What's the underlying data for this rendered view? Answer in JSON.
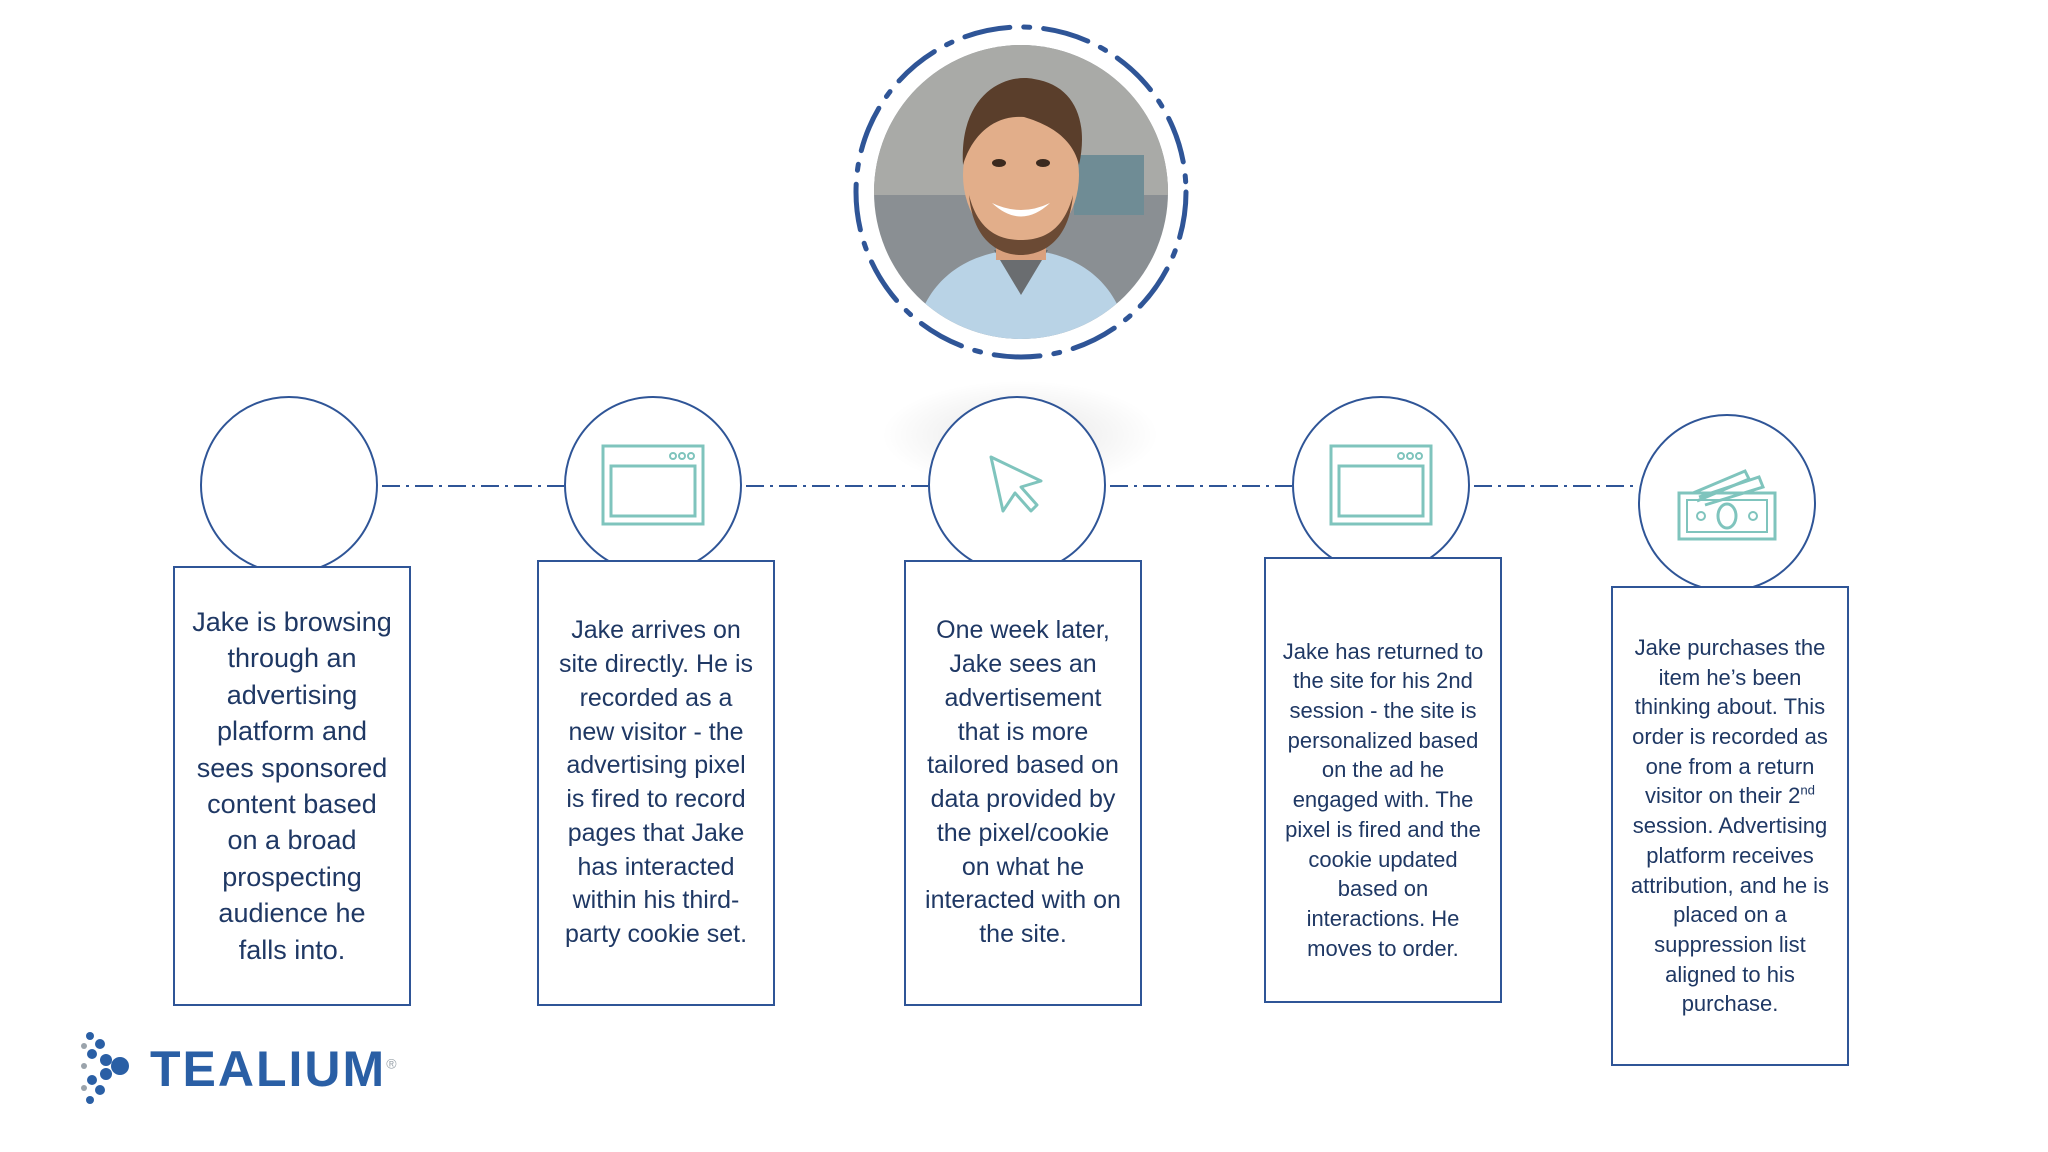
{
  "steps": [
    {
      "icon": "empty-circle",
      "text": "Jake is browsing through an advertising platform and sees sponsored content based on a broad prospecting audience he falls into."
    },
    {
      "icon": "browser-window-icon",
      "text": "Jake arrives on site directly. He is recorded as a new visitor - the advertising pixel is fired to record pages that Jake has interacted within his third-party cookie set."
    },
    {
      "icon": "cursor-arrow-icon",
      "text": "One week later, Jake sees an advertisement that is more tailored based on data provided by the pixel/cookie on what he interacted with on the site."
    },
    {
      "icon": "browser-window-icon",
      "text": "Jake has returned to the site for his 2nd session - the site is personalized based on the ad he engaged with. The pixel is fired and the cookie updated based on interactions. He moves to order."
    },
    {
      "icon": "money-icon",
      "text_before": "Jake purchases the item he’s been thinking about. This order is recorded as one from a return visitor on their 2",
      "text_sup": "nd",
      "text_after": " session. Advertising platform receives attribution, and he is placed on a suppression list aligned to his purchase."
    }
  ],
  "logo": {
    "text": "TEALIUM",
    "mark": "®"
  },
  "colors": {
    "outline": "#2f5597",
    "text": "#1f3864",
    "icon": "#7fc4bd",
    "brand": "#2a5fa5"
  }
}
